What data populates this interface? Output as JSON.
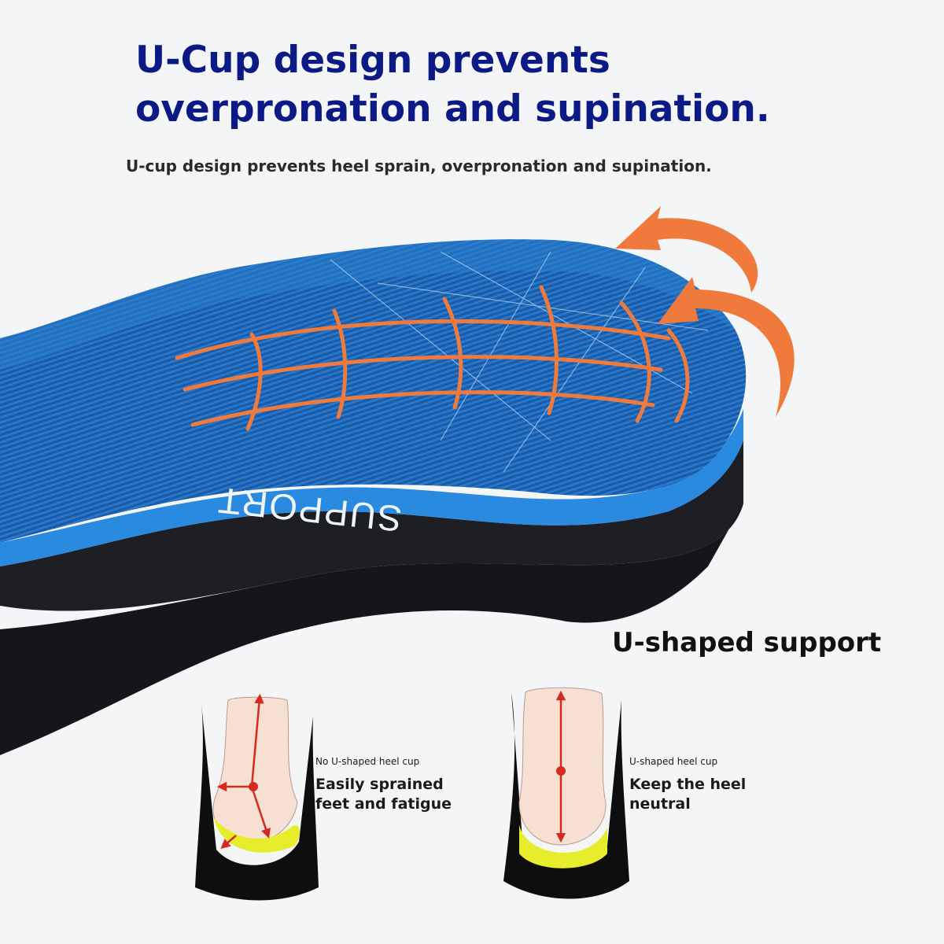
{
  "header": {
    "title_line1": "U-Cup design prevents",
    "title_line2": "overpronation and supination.",
    "subtitle": "U-cup design prevents heel sprain, overpronation and supination."
  },
  "insole": {
    "imprint": "SUPPORT",
    "colors": {
      "fabric": "#1d68ba",
      "edge": "#2a8ae0",
      "sole": "#1e1f24",
      "arrows": "#f07a3c"
    }
  },
  "comparison": {
    "title": "U-shaped support",
    "left": {
      "tag": "No U-shaped heel cup",
      "line1": "Easily sprained",
      "line2": "feet and fatigue"
    },
    "right": {
      "tag": "U-shaped heel cup",
      "line1": "Keep the heel",
      "line2": "neutral"
    },
    "colors": {
      "skin": "#f6e0d4",
      "cushion": "#e6ee2c",
      "force_arrow": "#d62a1e",
      "cup": "#0e0e10"
    }
  }
}
